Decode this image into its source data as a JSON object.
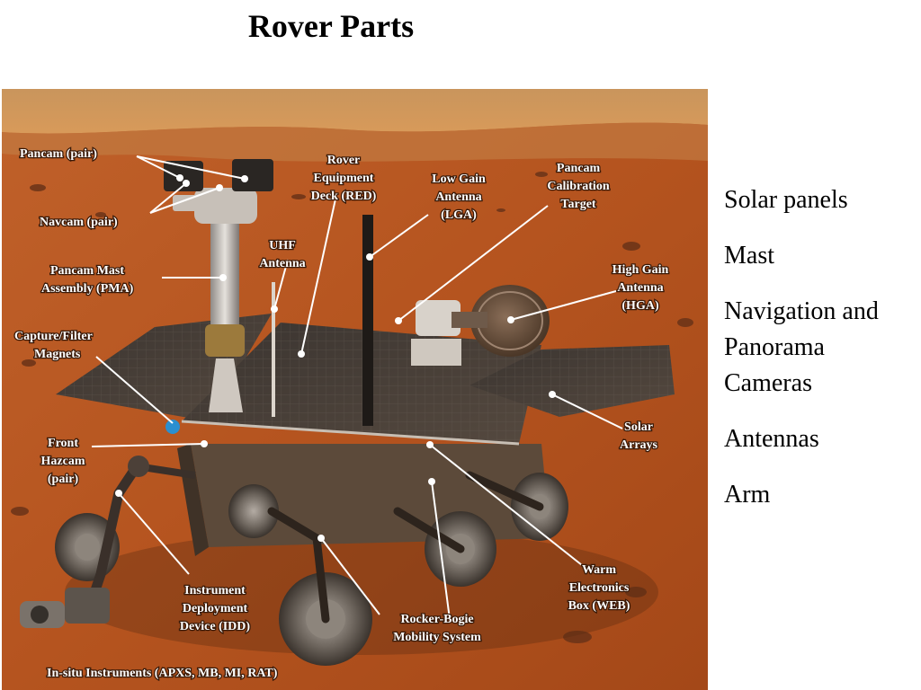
{
  "slide": {
    "title": "Rover Parts",
    "bullets": [
      "Solar panels",
      "Mast",
      "Navigation and Panorama Cameras",
      "Antennas",
      "Arm"
    ]
  },
  "figure": {
    "labels": {
      "pancam_pair": "Pancam (pair)",
      "navcam_pair": "Navcam (pair)",
      "pma_1": "Pancam Mast",
      "pma_2": "Assembly (PMA)",
      "red_1": "Rover",
      "red_2": "Equipment",
      "red_3": "Deck (RED)",
      "lga_1": "Low Gain",
      "lga_2": "Antenna",
      "lga_3": "(LGA)",
      "cal_1": "Pancam",
      "cal_2": "Calibration",
      "cal_3": "Target",
      "uhf_1": "UHF",
      "uhf_2": "Antenna",
      "hga_1": "High Gain",
      "hga_2": "Antenna",
      "hga_3": "(HGA)",
      "mag_1": "Capture/Filter",
      "mag_2": "Magnets",
      "haz_1": "Front",
      "haz_2": "Hazcam",
      "haz_3": "(pair)",
      "solar_1": "Solar",
      "solar_2": "Arrays",
      "idd_1": "Instrument",
      "idd_2": "Deployment",
      "idd_3": "Device (IDD)",
      "rocker_1": "Rocker-Bogie",
      "rocker_2": "Mobility System",
      "web_1": "Warm",
      "web_2": "Electronics",
      "web_3": "Box (WEB)",
      "insitu": "In-situ Instruments (APXS, MB, MI, RAT)"
    }
  }
}
